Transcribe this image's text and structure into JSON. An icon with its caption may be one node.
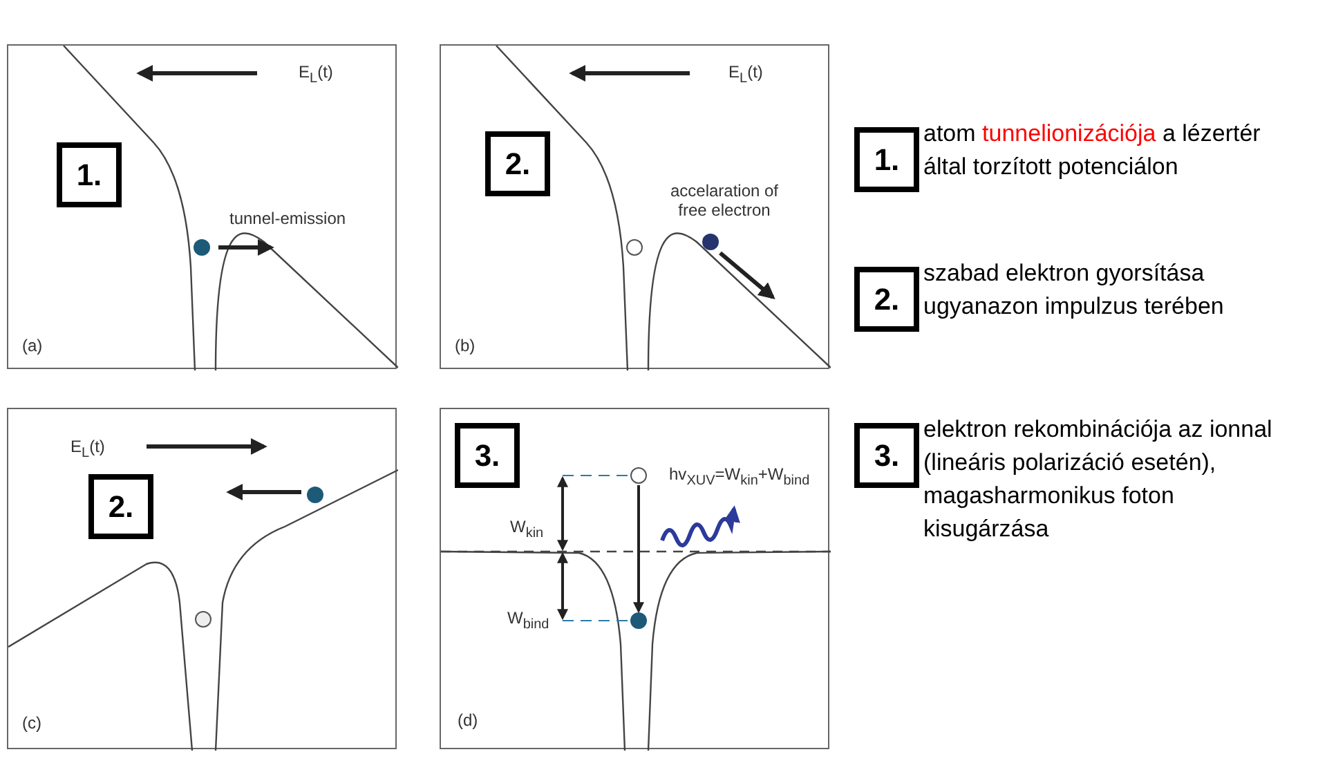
{
  "diagram": {
    "nodes": [
      {
        "text": [
          "E$_{L}$(t)",
          "tunnel-emission",
          "(a)"
        ]
      },
      {
        "text": [
          "1."
        ],
        "in": 0
      },
      {
        "text": [
          "E$_{L}$(t)",
          "accelaration of free electron",
          "(b)"
        ]
      },
      {
        "text": [
          "2."
        ],
        "in": 2
      },
      {
        "text": [
          "E$_{L}$(t)",
          "(c)"
        ]
      },
      {
        "text": [
          "2."
        ],
        "in": 4
      },
      {
        "text": [
          "hv$_{XUV}$=W$_{kin}$+W$_{bin}$$_{d}$",
          "W$_{kin}$",
          "W$_{bind}$",
          "(d)"
        ]
      },
      {
        "text": [
          "3."
        ],
        "in": 6
      },
      {
        "text": [],
        "shape": "circle",
        "in": 6
      },
      {
        "text": [],
        "shape": "circle",
        "in": 6
      },
      {
        "text": [
          "1."
        ],
        "beside": [
          "atom *tunnelionizációja* a lézertér által torzított potenciálon"
        ]
      },
      {
        "text": [
          "2."
        ],
        "beside": [
          "szabad elektron gyorsítása ugyanazon impulzus terében"
        ]
      },
      {
        "text": [
          "3."
        ],
        "beside": [
          "elektron rekombinációja az ionnal (lineáris polarizáció esetén), magasharmonikus foton kisugárzása"
        ]
      }
    ],
    "edges": [
      {
        "from": 8,
        "to": 9,
        "arrow": "to"
      }
    ]
  }
}
